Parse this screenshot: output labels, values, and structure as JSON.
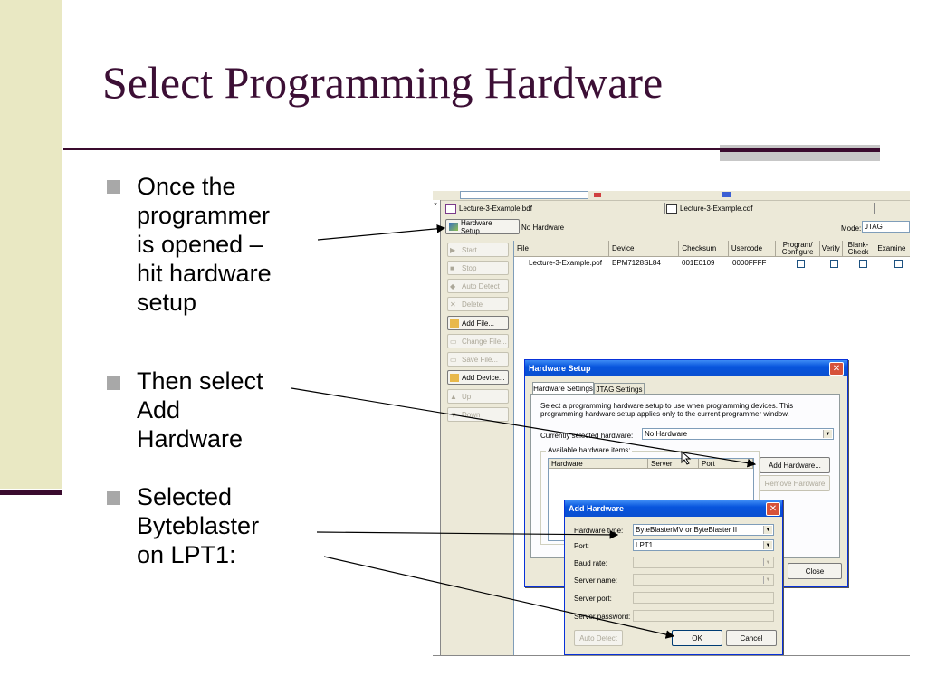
{
  "slide": {
    "title": "Select Programming Hardware",
    "bullets": [
      "Once the\nprogrammer\nis opened –\nhit hardware\nsetup",
      "Then select\nAdd\nHardware",
      "Selected\nByteblaster\non LPT1:"
    ]
  },
  "programmer": {
    "file_tabs": [
      "Lecture-3-Example.bdf",
      "Lecture-3-Example.cdf"
    ],
    "hardware_setup_label": "Hardware Setup...",
    "hardware_value": "No Hardware",
    "mode_label": "Mode:",
    "mode_value": "JTAG",
    "side_buttons": [
      "Start",
      "Stop",
      "Auto Detect",
      "Delete",
      "Add File...",
      "Change File...",
      "Save File...",
      "Add Device...",
      "Up",
      "Down"
    ],
    "columns": [
      "File",
      "Device",
      "Checksum",
      "Usercode",
      "Program/\nConfigure",
      "Verify",
      "Blank-\nCheck",
      "Examine"
    ],
    "row": {
      "file": "Lecture-3-Example.pof",
      "device": "EPM7128SL84",
      "checksum": "001E0109",
      "usercode": "0000FFFF"
    }
  },
  "hardware_setup": {
    "title": "Hardware Setup",
    "tabs": [
      "Hardware Settings",
      "JTAG Settings"
    ],
    "description": "Select a programming hardware setup to use when programming devices. This programming hardware setup applies only to the current programmer window.",
    "current_label": "Currently selected hardware:",
    "current_value": "No Hardware",
    "available_label": "Available hardware items:",
    "list_columns": [
      "Hardware",
      "Server",
      "Port"
    ],
    "add_button": "Add Hardware...",
    "remove_button": "Remove Hardware",
    "close_button": "Close"
  },
  "add_hardware": {
    "title": "Add Hardware",
    "fields": [
      {
        "label": "Hardware type:",
        "value": "ByteBlasterMV or ByteBlaster II",
        "kind": "combo"
      },
      {
        "label": "Port:",
        "value": "LPT1",
        "kind": "combo"
      },
      {
        "label": "Baud rate:",
        "value": "",
        "kind": "combo-disabled"
      },
      {
        "label": "Server name:",
        "value": "",
        "kind": "combo-disabled"
      },
      {
        "label": "Server port:",
        "value": "",
        "kind": "text-disabled"
      },
      {
        "label": "Server password:",
        "value": "",
        "kind": "text-disabled"
      }
    ],
    "auto_detect_button": "Auto Detect",
    "ok_button": "OK",
    "cancel_button": "Cancel"
  },
  "colors": {
    "title": "#3c0f35",
    "rule": "#3a0b2e",
    "band": "#e9e8c3",
    "xp_title": "#0855dd"
  }
}
